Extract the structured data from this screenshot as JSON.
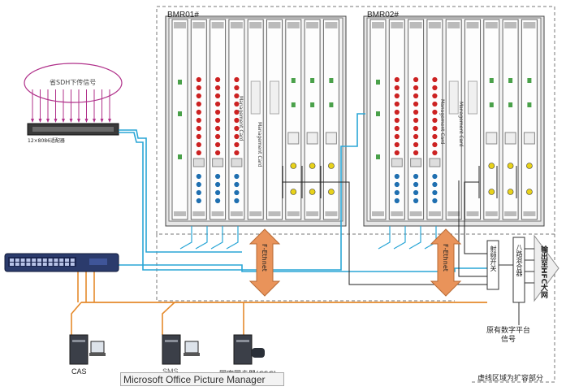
{
  "racks": {
    "left_title": "BMR01#",
    "right_title": "BMR02#",
    "mgmt_card_label": "Management Card"
  },
  "sdh": {
    "ellipse_label": "省SDH下传信号",
    "patch_label": "12×8086适配器"
  },
  "links": {
    "fe_left": "F-Ethnet",
    "fe_right": "F-Ethnet"
  },
  "combiner": {
    "rf_switch": "射频开关",
    "eight_way": "八路混合器",
    "output": "输出至HFC大网",
    "signals": "原有数字平台信号"
  },
  "servers": {
    "cas": "CAS",
    "sms": "SMS",
    "csc": "同密同步器(CSC)"
  },
  "footer_note": "虚线区域为扩容部分",
  "status_bar": "Microsoft Office Picture Manager",
  "colors": {
    "blue_cable": "#2aa6d6",
    "orange_cable": "#e58a2c",
    "red_port": "#cc2222",
    "blue_port": "#1f6fb0",
    "yellow_port": "#e8d21a"
  }
}
